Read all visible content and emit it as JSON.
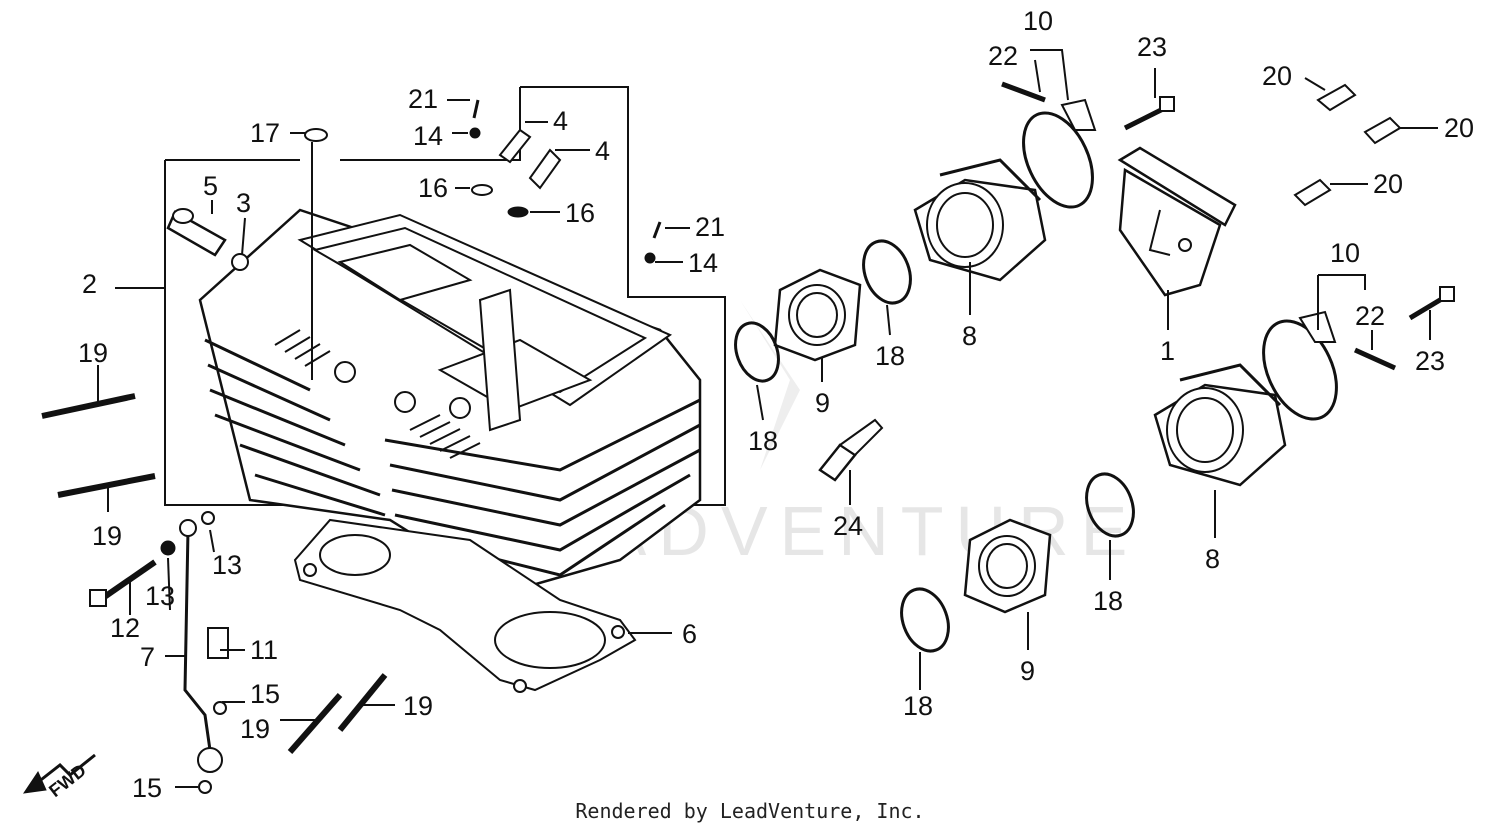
{
  "diagram": {
    "credit": "Rendered by LeadVenture, Inc.",
    "fwd": "FWD",
    "watermark": "LEADVENTURE"
  },
  "labels": {
    "l1": "1",
    "l2": "2",
    "l3": "3",
    "l4a": "4",
    "l4b": "4",
    "l5": "5",
    "l6": "6",
    "l7": "7",
    "l8a": "8",
    "l8b": "8",
    "l9a": "9",
    "l9b": "9",
    "l10a": "10",
    "l10b": "10",
    "l11": "11",
    "l12": "12",
    "l13a": "13",
    "l13b": "13",
    "l14a": "14",
    "l14b": "14",
    "l15a": "15",
    "l15b": "15",
    "l16a": "16",
    "l16b": "16",
    "l17": "17",
    "l18a": "18",
    "l18b": "18",
    "l18c": "18",
    "l18d": "18",
    "l19a": "19",
    "l19b": "19",
    "l19c": "19",
    "l19d": "19",
    "l20a": "20",
    "l20b": "20",
    "l20c": "20",
    "l21a": "21",
    "l21b": "21",
    "l22a": "22",
    "l22b": "22",
    "l23a": "23",
    "l23b": "23",
    "l24": "24"
  }
}
